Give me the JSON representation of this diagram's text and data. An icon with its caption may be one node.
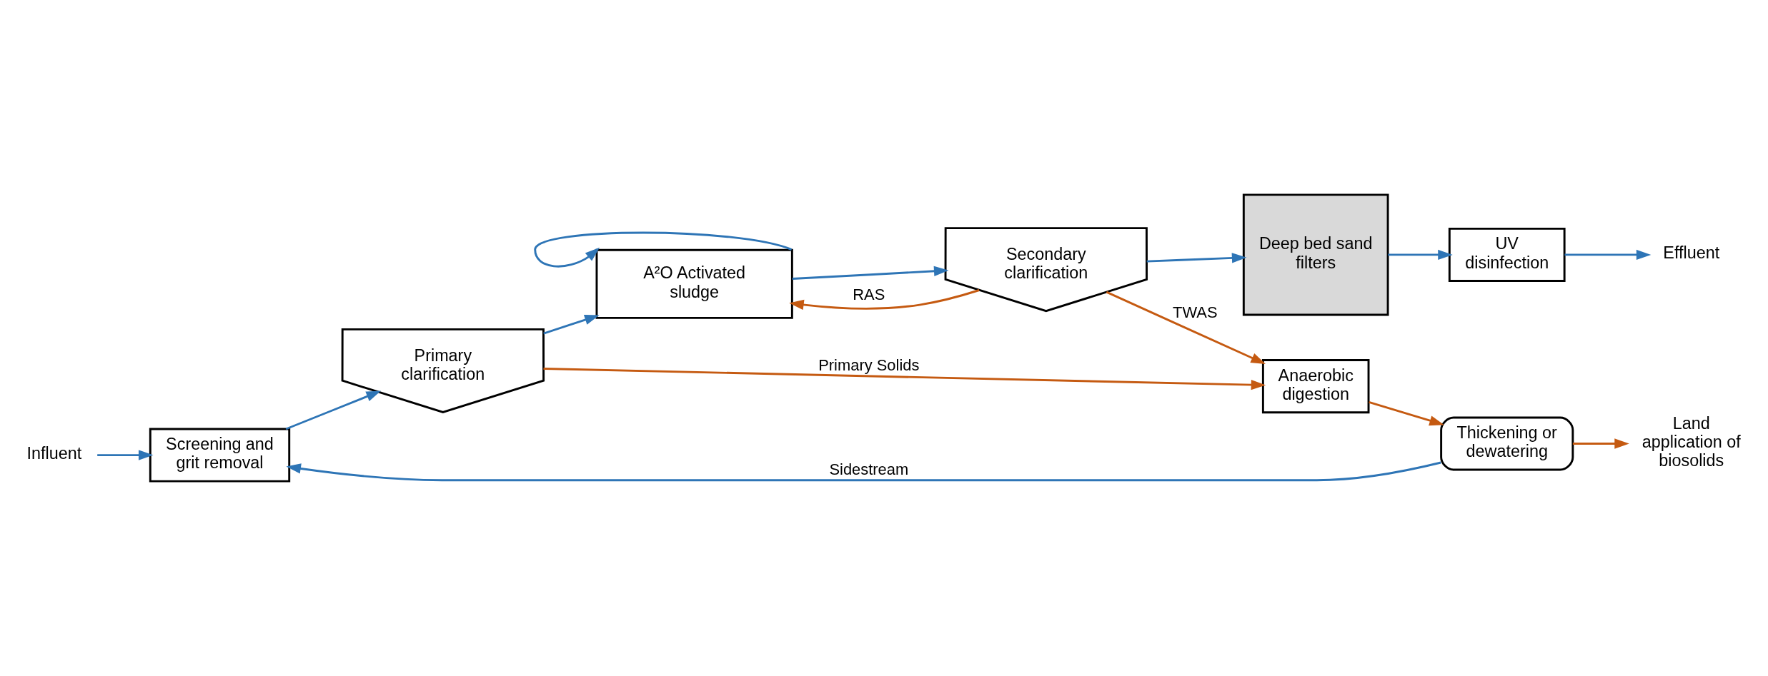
{
  "diagram": {
    "nodes": [
      {
        "text": [
          "Influent"
        ]
      },
      {
        "text": [
          "Screening and grit removal"
        ]
      },
      {
        "text": [
          "Primary clarification"
        ]
      },
      {
        "text": [
          "A²O Activated sludge"
        ]
      },
      {
        "text": [
          "Secondary clarification"
        ]
      },
      {
        "text": [
          "Deep bed sand filters"
        ]
      },
      {
        "text": [
          "UV disinfection"
        ]
      },
      {
        "text": [
          "Effluent"
        ]
      },
      {
        "text": [
          "Anaerobic digestion"
        ]
      },
      {
        "text": [
          "Thickening or dewatering"
        ]
      },
      {
        "text": [
          "Land application of biosolids"
        ]
      }
    ],
    "edges": [
      {
        "from": 0,
        "to": 1,
        "arrow": "to"
      },
      {
        "from": 1,
        "to": 2,
        "arrow": "to"
      },
      {
        "from": 2,
        "to": 3,
        "arrow": "to"
      },
      {
        "from": 3,
        "to": 3,
        "arrow": "to"
      },
      {
        "from": 3,
        "to": 4,
        "arrow": "to"
      },
      {
        "from": 4,
        "to": 5,
        "arrow": "to"
      },
      {
        "from": 5,
        "to": 6,
        "arrow": "to"
      },
      {
        "from": 6,
        "to": 7,
        "arrow": "to"
      },
      {
        "from": 4,
        "to": 3,
        "arrow": "to",
        "label": "RAS",
        "color": "#c55a11"
      },
      {
        "from": 4,
        "to": 8,
        "arrow": "to",
        "label": "TWAS",
        "color": "#c55a11"
      },
      {
        "from": 2,
        "to": 8,
        "arrow": "to",
        "label": "Primary Solids",
        "color": "#c55a11"
      },
      {
        "from": 8,
        "to": 9,
        "arrow": "to",
        "color": "#c55a11"
      },
      {
        "from": 9,
        "to": 10,
        "arrow": "to",
        "color": "#c55a11"
      },
      {
        "from": 9,
        "to": 1,
        "arrow": "to",
        "label": "Sidestream"
      }
    ]
  }
}
